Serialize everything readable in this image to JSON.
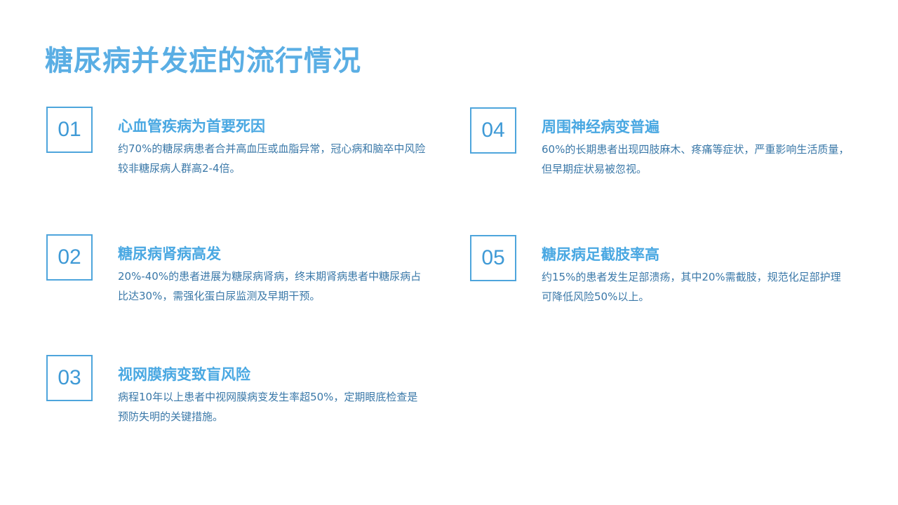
{
  "title": "糖尿病并发症的流行情况",
  "items": [
    {
      "number": "01",
      "heading": "心血管疾病为首要死因",
      "description": "约70%的糖尿病患者合并高血压或血脂异常，冠心病和脑卒中风险较非糖尿病人群高2-4倍。"
    },
    {
      "number": "02",
      "heading": "糖尿病肾病高发",
      "description": "20%-40%的患者进展为糖尿病肾病，终末期肾病患者中糖尿病占比达30%，需强化蛋白尿监测及早期干预。"
    },
    {
      "number": "03",
      "heading": "视网膜病变致盲风险",
      "description": "病程10年以上患者中视网膜病变发生率超50%，定期眼底检查是预防失明的关键措施。"
    },
    {
      "number": "04",
      "heading": "周围神经病变普遍",
      "description": "60%的长期患者出现四肢麻木、疼痛等症状，严重影响生活质量，但早期症状易被忽视。"
    },
    {
      "number": "05",
      "heading": "糖尿病足截肢率高",
      "description": "约15%的患者发生足部溃疡，其中20%需截肢，规范化足部护理可降低风险50%以上。"
    }
  ]
}
